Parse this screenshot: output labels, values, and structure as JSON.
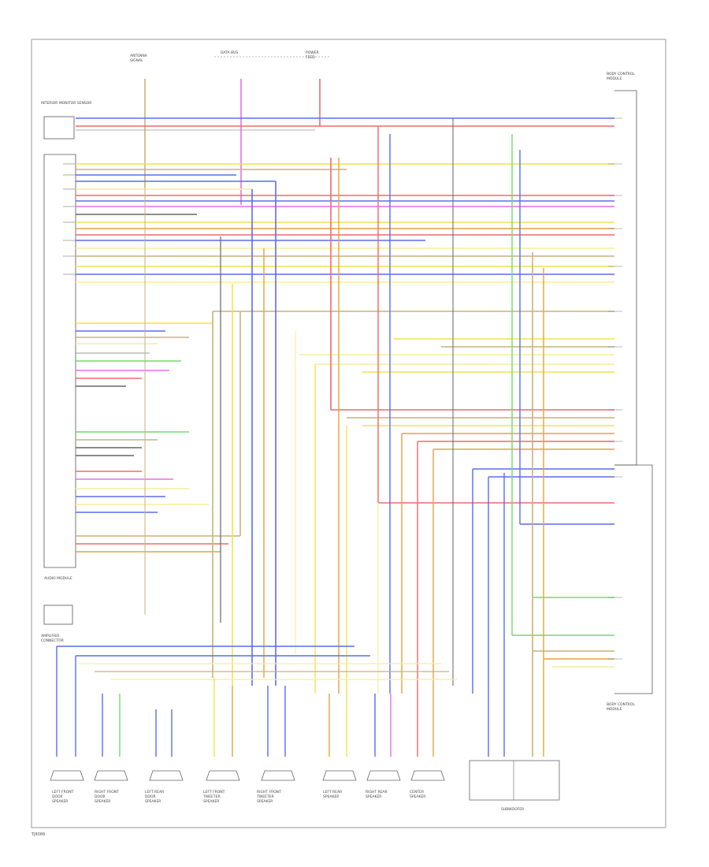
{
  "diagram": {
    "footer_code": "TJ8086",
    "components": {
      "top_left_module": "INTERIOR\nMONITOR\nSENSOR",
      "main_module_bottom": "AUDIO MODULE",
      "lower_left_module": "AMPLIFIER\nCONNECTOR",
      "right_module": "BODY CONTROL\nMODULE",
      "subwoofer": "SUBWOOFER",
      "top_conn_1": "ANTENNA\nSIGNAL",
      "top_conn_2": "DATA BUS",
      "top_conn_3": "POWER\nFEED"
    },
    "speakers": [
      "LEFT FRONT\nDOOR\nSPEAKER",
      "RIGHT FRONT\nDOOR\nSPEAKER",
      "LEFT REAR\nDOOR\nSPEAKER",
      "LEFT FRONT\nTWEETER\nSPEAKER",
      "RIGHT FRONT\nTWEETER\nSPEAKER",
      "LEFT REAR\nSPEAKER",
      "RIGHT REAR\nSPEAKER",
      "CENTER\nSPEAKER"
    ],
    "colors": {
      "yellow": "#f2e44a",
      "blue": "#5b6cf0",
      "red": "#f06a6a",
      "orange": "#e7a23a",
      "magenta": "#e86fe6",
      "green": "#6fdc6f",
      "tan": "#c9b27a",
      "gray": "#666666",
      "lightyellow": "#f5ee9a",
      "olive": "#a8a24a"
    }
  }
}
